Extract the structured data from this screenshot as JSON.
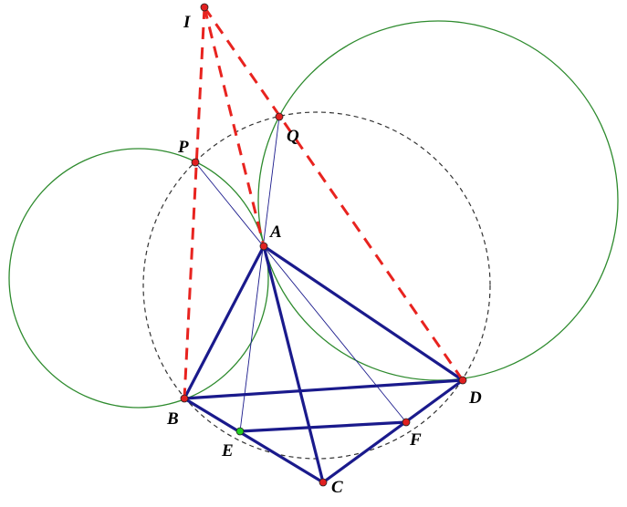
{
  "colors": {
    "background": "#ffffff",
    "green_circle": "#2e8b2e",
    "dashed_circle": "#333333",
    "quad": "#1a1a8c",
    "thin_line": "#1a1a8c",
    "red_dashed": "#e8231f",
    "point_red": "#e02020",
    "point_green": "#22cc22"
  },
  "points": {
    "I": {
      "label": "I"
    },
    "P": {
      "label": "P"
    },
    "Q": {
      "label": "Q"
    },
    "A": {
      "label": "A"
    },
    "B": {
      "label": "B"
    },
    "C": {
      "label": "C"
    },
    "D": {
      "label": "D"
    },
    "E": {
      "label": "E"
    },
    "F": {
      "label": "F"
    }
  }
}
